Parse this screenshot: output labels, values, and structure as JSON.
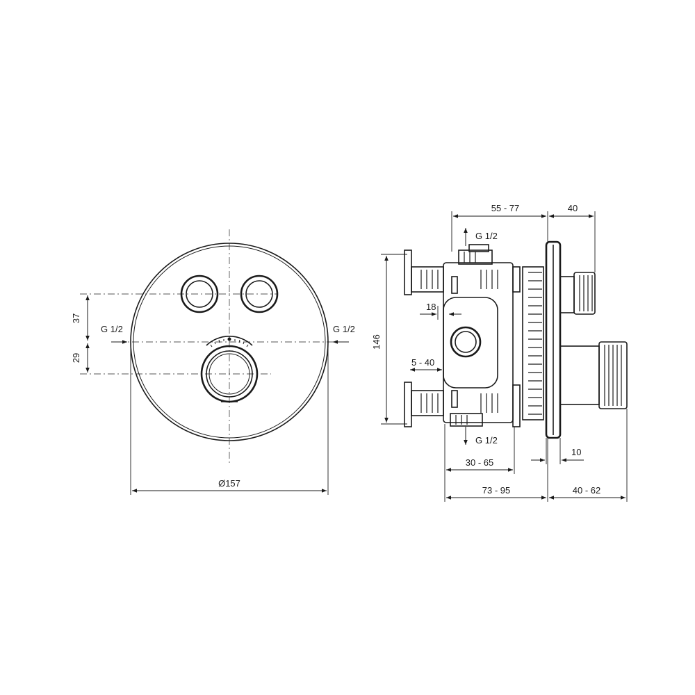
{
  "front_view": {
    "dim_vertical_upper": "37",
    "dim_vertical_lower": "29",
    "inlet_left": "G 1/2",
    "inlet_right": "G 1/2",
    "diameter": "Ø157"
  },
  "side_view": {
    "dim_top_span": "55 - 77",
    "dim_top_right": "40",
    "outlet_top": "G 1/2",
    "outlet_bottom": "G 1/2",
    "dim_height": "146",
    "dim_18": "18",
    "dim_5_40": "5 - 40",
    "dim_30_65": "30 - 65",
    "dim_10": "10",
    "dim_73_95": "73 - 95",
    "dim_40_62": "40 - 62"
  }
}
